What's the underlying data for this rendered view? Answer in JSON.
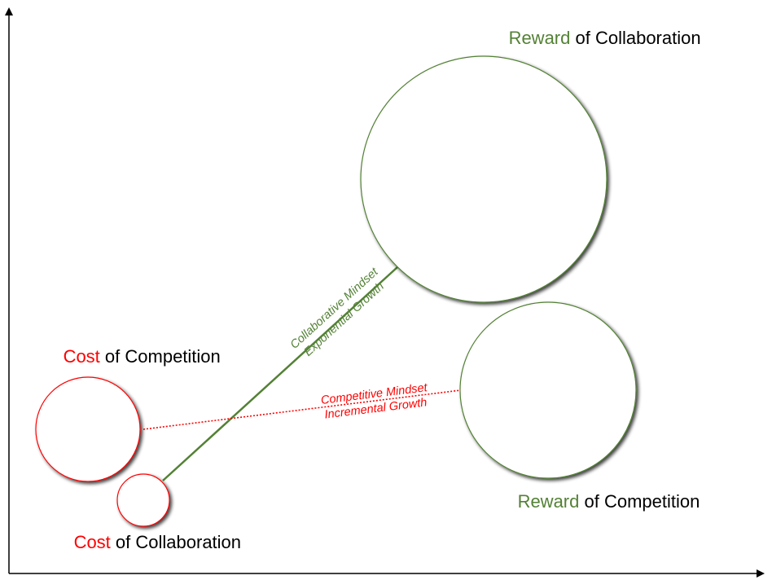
{
  "colors": {
    "reward": "#538135",
    "cost": "#ff0000",
    "axis": "#000000",
    "text": "#000000"
  },
  "labels": {
    "reward_collaboration": {
      "highlight": "Reward",
      "rest": " of Collaboration"
    },
    "reward_competition": {
      "highlight": "Reward",
      "rest": " of Competition"
    },
    "cost_competition": {
      "highlight": "Cost",
      "rest": " of Competition"
    },
    "cost_collaboration": {
      "highlight": "Cost",
      "rest": " of Collaboration"
    }
  },
  "connectors": {
    "collaborative": {
      "line1": "Collaborative Mindset",
      "line2": "Exponential Growth"
    },
    "competitive": {
      "line1": "Competitive Mindset",
      "line2": "Incremental Growth"
    }
  }
}
